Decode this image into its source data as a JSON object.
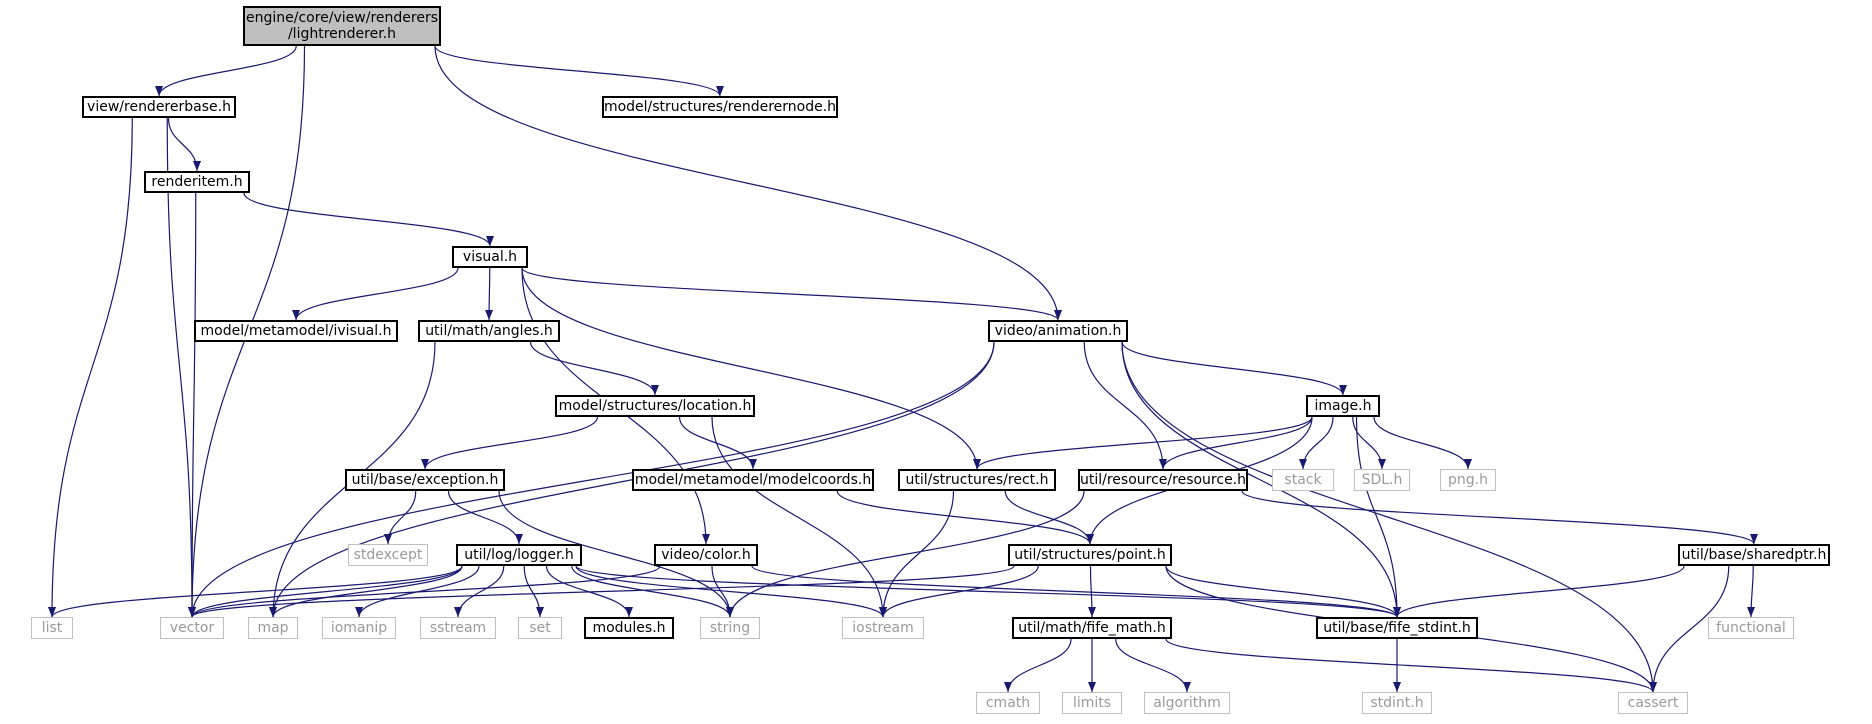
{
  "diagram": {
    "edge_color": "#191970",
    "root_fill": "#bfbfbf",
    "nodes": [
      {
        "id": "lightrenderer",
        "label": "engine/core/view/renderers\n/lightrenderer.h",
        "kind": "root"
      },
      {
        "id": "rendererbase",
        "label": "view/rendererbase.h",
        "kind": "doc"
      },
      {
        "id": "renderernode",
        "label": "model/structures/renderernode.h",
        "kind": "doc"
      },
      {
        "id": "renderitem",
        "label": "renderitem.h",
        "kind": "doc"
      },
      {
        "id": "visual",
        "label": "visual.h",
        "kind": "doc"
      },
      {
        "id": "ivisual",
        "label": "model/metamodel/ivisual.h",
        "kind": "doc"
      },
      {
        "id": "angles",
        "label": "util/math/angles.h",
        "kind": "doc"
      },
      {
        "id": "animation",
        "label": "video/animation.h",
        "kind": "doc"
      },
      {
        "id": "location",
        "label": "model/structures/location.h",
        "kind": "doc"
      },
      {
        "id": "image",
        "label": "image.h",
        "kind": "doc"
      },
      {
        "id": "exception",
        "label": "util/base/exception.h",
        "kind": "doc"
      },
      {
        "id": "modelcoords",
        "label": "model/metamodel/modelcoords.h",
        "kind": "doc"
      },
      {
        "id": "rect",
        "label": "util/structures/rect.h",
        "kind": "doc"
      },
      {
        "id": "resource",
        "label": "util/resource/resource.h",
        "kind": "doc"
      },
      {
        "id": "stack",
        "label": "stack",
        "kind": "sys"
      },
      {
        "id": "sdl",
        "label": "SDL.h",
        "kind": "sys"
      },
      {
        "id": "png",
        "label": "png.h",
        "kind": "sys"
      },
      {
        "id": "stdexcept",
        "label": "stdexcept",
        "kind": "sys"
      },
      {
        "id": "logger",
        "label": "util/log/logger.h",
        "kind": "doc"
      },
      {
        "id": "color",
        "label": "video/color.h",
        "kind": "doc"
      },
      {
        "id": "point",
        "label": "util/structures/point.h",
        "kind": "doc"
      },
      {
        "id": "sharedptr",
        "label": "util/base/sharedptr.h",
        "kind": "doc"
      },
      {
        "id": "list",
        "label": "list",
        "kind": "sys"
      },
      {
        "id": "vector",
        "label": "vector",
        "kind": "sys"
      },
      {
        "id": "map",
        "label": "map",
        "kind": "sys"
      },
      {
        "id": "iomanip",
        "label": "iomanip",
        "kind": "sys"
      },
      {
        "id": "sstream",
        "label": "sstream",
        "kind": "sys"
      },
      {
        "id": "set",
        "label": "set",
        "kind": "sys"
      },
      {
        "id": "modules",
        "label": "modules.h",
        "kind": "doc"
      },
      {
        "id": "string",
        "label": "string",
        "kind": "sys"
      },
      {
        "id": "iostream",
        "label": "iostream",
        "kind": "sys"
      },
      {
        "id": "fife_stdint",
        "label": "util/base/fife_stdint.h",
        "kind": "doc"
      },
      {
        "id": "functional",
        "label": "functional",
        "kind": "sys"
      },
      {
        "id": "fife_math",
        "label": "util/math/fife_math.h",
        "kind": "doc"
      },
      {
        "id": "cassert",
        "label": "cassert",
        "kind": "sys"
      },
      {
        "id": "cmath",
        "label": "cmath",
        "kind": "sys"
      },
      {
        "id": "limits",
        "label": "limits",
        "kind": "sys"
      },
      {
        "id": "algorithm",
        "label": "algorithm",
        "kind": "sys"
      },
      {
        "id": "stdint",
        "label": "stdint.h",
        "kind": "sys"
      }
    ],
    "edges": [
      [
        "lightrenderer",
        "rendererbase"
      ],
      [
        "lightrenderer",
        "renderernode"
      ],
      [
        "lightrenderer",
        "animation"
      ],
      [
        "lightrenderer",
        "vector"
      ],
      [
        "rendererbase",
        "renderitem"
      ],
      [
        "rendererbase",
        "list"
      ],
      [
        "rendererbase",
        "vector"
      ],
      [
        "renderitem",
        "visual"
      ],
      [
        "renderitem",
        "vector"
      ],
      [
        "visual",
        "ivisual"
      ],
      [
        "visual",
        "angles"
      ],
      [
        "visual",
        "animation"
      ],
      [
        "visual",
        "rect"
      ],
      [
        "visual",
        "color"
      ],
      [
        "angles",
        "location"
      ],
      [
        "angles",
        "map"
      ],
      [
        "animation",
        "image"
      ],
      [
        "animation",
        "resource"
      ],
      [
        "animation",
        "fife_stdint"
      ],
      [
        "animation",
        "cassert"
      ],
      [
        "animation",
        "vector"
      ],
      [
        "animation",
        "map"
      ],
      [
        "location",
        "exception"
      ],
      [
        "location",
        "modelcoords"
      ],
      [
        "location",
        "iostream"
      ],
      [
        "image",
        "rect"
      ],
      [
        "image",
        "resource"
      ],
      [
        "image",
        "stack"
      ],
      [
        "image",
        "sdl"
      ],
      [
        "image",
        "png"
      ],
      [
        "image",
        "point"
      ],
      [
        "image",
        "fife_stdint"
      ],
      [
        "exception",
        "stdexcept"
      ],
      [
        "exception",
        "logger"
      ],
      [
        "exception",
        "string"
      ],
      [
        "modelcoords",
        "point"
      ],
      [
        "rect",
        "point"
      ],
      [
        "rect",
        "iostream"
      ],
      [
        "resource",
        "sharedptr"
      ],
      [
        "resource",
        "string"
      ],
      [
        "logger",
        "list"
      ],
      [
        "logger",
        "vector"
      ],
      [
        "logger",
        "map"
      ],
      [
        "logger",
        "iomanip"
      ],
      [
        "logger",
        "sstream"
      ],
      [
        "logger",
        "set"
      ],
      [
        "logger",
        "modules"
      ],
      [
        "logger",
        "string"
      ],
      [
        "logger",
        "iostream"
      ],
      [
        "logger",
        "fife_stdint"
      ],
      [
        "color",
        "string"
      ],
      [
        "color",
        "vector"
      ],
      [
        "color",
        "fife_stdint"
      ],
      [
        "point",
        "fife_math"
      ],
      [
        "point",
        "iostream"
      ],
      [
        "point",
        "vector"
      ],
      [
        "point",
        "fife_stdint"
      ],
      [
        "point",
        "cassert"
      ],
      [
        "sharedptr",
        "fife_stdint"
      ],
      [
        "sharedptr",
        "functional"
      ],
      [
        "sharedptr",
        "cassert"
      ],
      [
        "fife_stdint",
        "stdint"
      ],
      [
        "fife_math",
        "cmath"
      ],
      [
        "fife_math",
        "limits"
      ],
      [
        "fife_math",
        "algorithm"
      ],
      [
        "fife_math",
        "cassert"
      ]
    ]
  }
}
